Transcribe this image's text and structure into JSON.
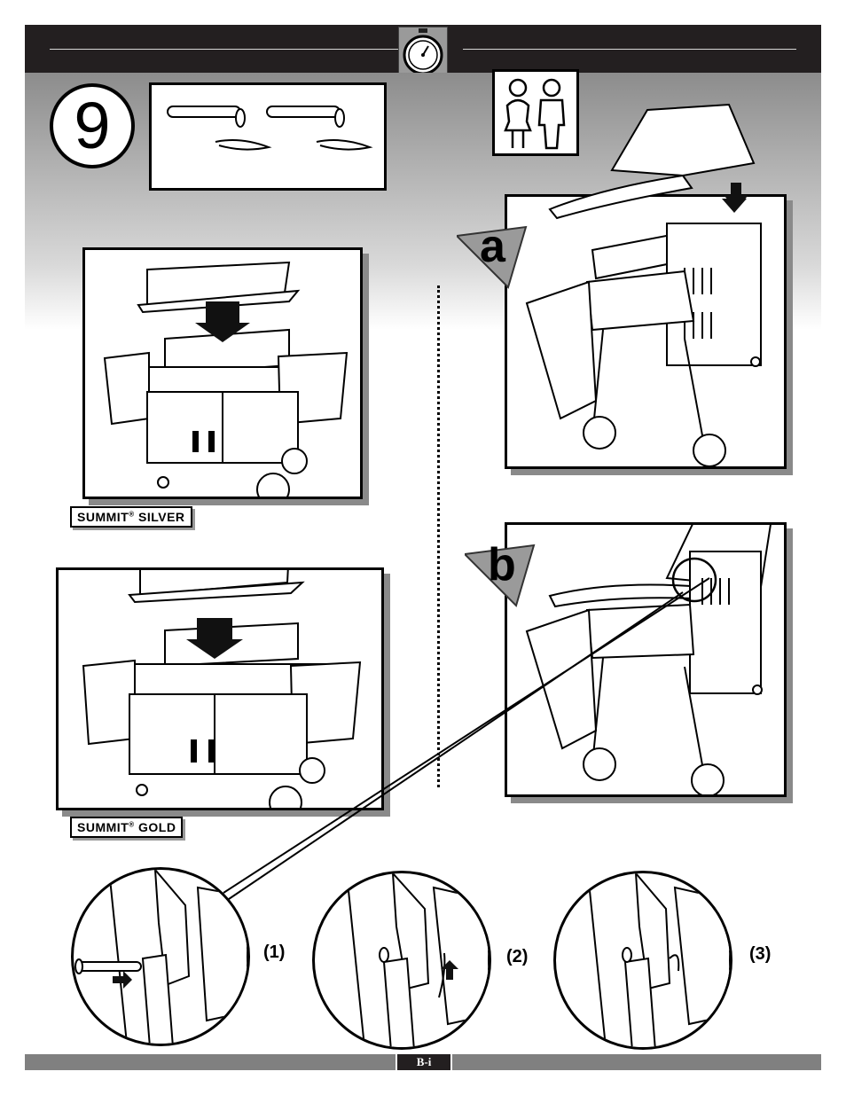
{
  "step_number": "9",
  "parts_panel": {
    "icon": "hinge-pin-and-cotter-pin-icon"
  },
  "models": [
    {
      "name": "SUMMIT",
      "trademark": "®",
      "variant": "SILVER"
    },
    {
      "name": "SUMMIT",
      "trademark": "®",
      "variant": "GOLD"
    }
  ],
  "substeps": [
    {
      "letter": "a"
    },
    {
      "letter": "b"
    }
  ],
  "detail_steps": [
    "(1)",
    "(2)",
    "(3)"
  ],
  "page_label": "B-i",
  "icons": {
    "timer": "stopwatch-icon",
    "people": "two-person-icon"
  }
}
